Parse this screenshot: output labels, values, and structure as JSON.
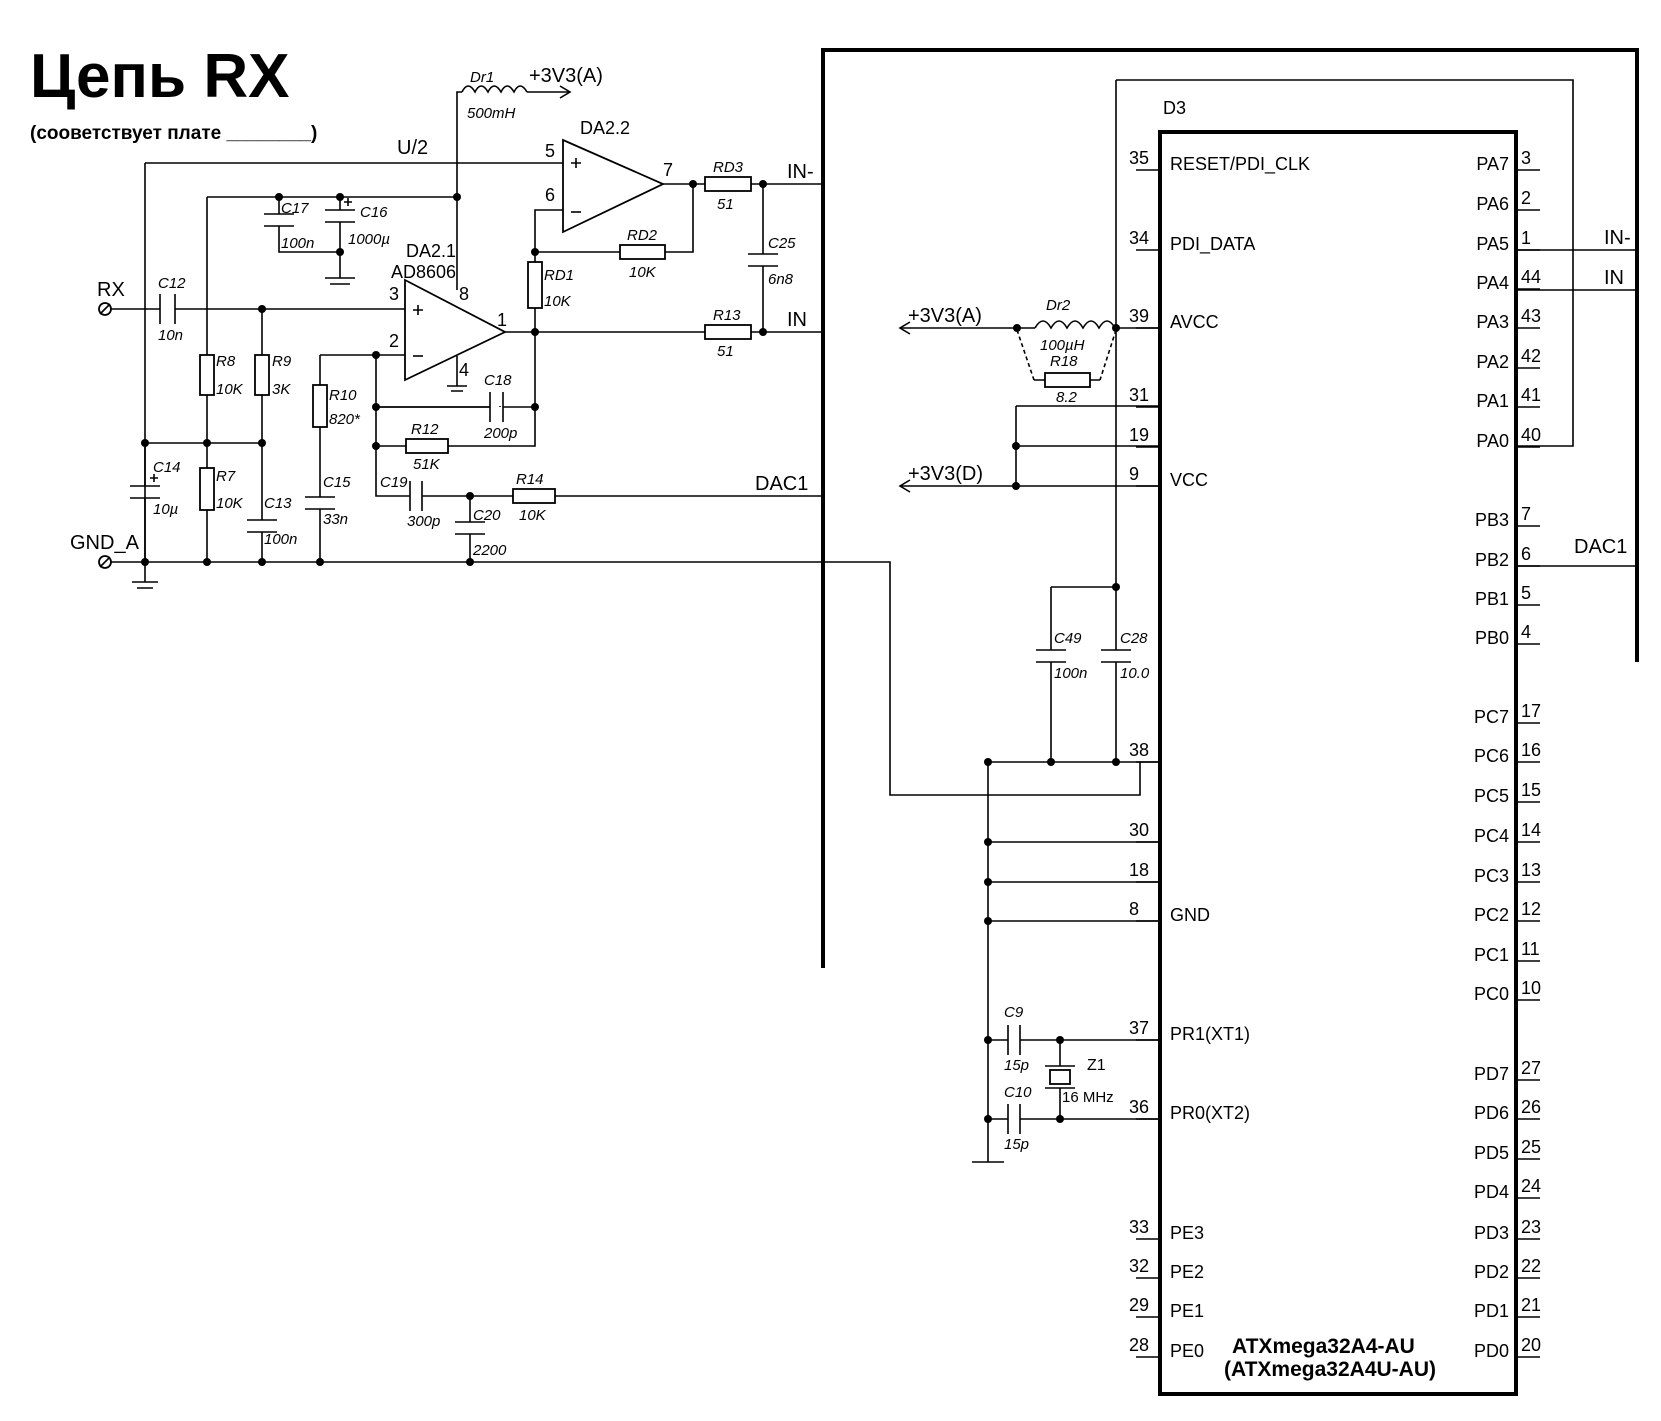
{
  "title": "Цепь RX",
  "subtitle": "(сооветствует плате ________)",
  "net_labels": {
    "u2": "U/2",
    "rx": "RX",
    "gnd_a": "GND_A",
    "in_minus": "IN-",
    "in": "IN",
    "dac1": "DAC1",
    "v3a_dr1": "+3V3(A)",
    "v3a": "+3V3(A)",
    "v3d": "+3V3(D)",
    "pa5_net": "IN-",
    "pa4_net": "IN",
    "pb2_net": "DAC1"
  },
  "components": {
    "dr1": {
      "ref": "Dr1",
      "value": "500mH"
    },
    "dr2": {
      "ref": "Dr2",
      "value": "100µH"
    },
    "da22": {
      "ref": "DA2.2",
      "pin_plus": "5",
      "pin_minus": "6",
      "pin_out": "7"
    },
    "da21": {
      "ref": "DA2.1",
      "part": "AD8606",
      "pin_plus": "3",
      "pin_minus": "2",
      "pin_out": "1",
      "pin_vcc": "8",
      "pin_gnd": "4"
    },
    "rd3": {
      "ref": "RD3",
      "value": "51"
    },
    "rd2": {
      "ref": "RD2",
      "value": "10K"
    },
    "rd1": {
      "ref": "RD1",
      "value": "10K"
    },
    "r13": {
      "ref": "R13",
      "value": "51"
    },
    "c25": {
      "ref": "C25",
      "value": "6n8"
    },
    "c17": {
      "ref": "C17",
      "value": "100n"
    },
    "c16": {
      "ref": "C16",
      "value": "1000µ"
    },
    "c12": {
      "ref": "C12",
      "value": "10n"
    },
    "r8": {
      "ref": "R8",
      "value": "10K"
    },
    "r9": {
      "ref": "R9",
      "value": "3K"
    },
    "r10": {
      "ref": "R10",
      "value": "820*"
    },
    "c18": {
      "ref": "C18",
      "value": "200p"
    },
    "r12": {
      "ref": "R12",
      "value": "51K"
    },
    "c14": {
      "ref": "C14",
      "value": "10µ"
    },
    "r7": {
      "ref": "R7",
      "value": "10K"
    },
    "c13": {
      "ref": "C13",
      "value": "100n"
    },
    "c15": {
      "ref": "C15",
      "value": "33n"
    },
    "c19": {
      "ref": "C19",
      "value": "300p"
    },
    "c20": {
      "ref": "C20",
      "value": "2200"
    },
    "r14": {
      "ref": "R14",
      "value": "10K"
    },
    "r18": {
      "ref": "R18",
      "value": "8.2"
    },
    "c49": {
      "ref": "C49",
      "value": "100n"
    },
    "c28": {
      "ref": "C28",
      "value": "10.0"
    },
    "c9": {
      "ref": "C9",
      "value": "15p"
    },
    "c10": {
      "ref": "C10",
      "value": "15p"
    },
    "z1": {
      "ref": "Z1",
      "value": "16 MHz"
    }
  },
  "chip": {
    "ref": "D3",
    "part": "ATXmega32A4-AU",
    "part_alt": "(ATXmega32A4U-AU)",
    "left_pins": [
      {
        "num": "35",
        "name": "RESET/PDI_CLK"
      },
      {
        "num": "34",
        "name": "PDI_DATA"
      },
      {
        "num": "39",
        "name": "AVCC"
      },
      {
        "num": "31",
        "name": ""
      },
      {
        "num": "19",
        "name": ""
      },
      {
        "num": "9",
        "name": "VCC"
      },
      {
        "num": "38",
        "name": ""
      },
      {
        "num": "30",
        "name": ""
      },
      {
        "num": "18",
        "name": ""
      },
      {
        "num": "8",
        "name": "GND"
      },
      {
        "num": "37",
        "name": "PR1(XT1)"
      },
      {
        "num": "36",
        "name": "PR0(XT2)"
      },
      {
        "num": "33",
        "name": "PE3"
      },
      {
        "num": "32",
        "name": "PE2"
      },
      {
        "num": "29",
        "name": "PE1"
      },
      {
        "num": "28",
        "name": "PE0"
      }
    ],
    "right_pins": [
      {
        "num": "3",
        "name": "PA7"
      },
      {
        "num": "2",
        "name": "PA6"
      },
      {
        "num": "1",
        "name": "PA5"
      },
      {
        "num": "44",
        "name": "PA4"
      },
      {
        "num": "43",
        "name": "PA3"
      },
      {
        "num": "42",
        "name": "PA2"
      },
      {
        "num": "41",
        "name": "PA1"
      },
      {
        "num": "40",
        "name": "PA0"
      },
      {
        "num": "7",
        "name": "PB3"
      },
      {
        "num": "6",
        "name": "PB2"
      },
      {
        "num": "5",
        "name": "PB1"
      },
      {
        "num": "4",
        "name": "PB0"
      },
      {
        "num": "17",
        "name": "PC7"
      },
      {
        "num": "16",
        "name": "PC6"
      },
      {
        "num": "15",
        "name": "PC5"
      },
      {
        "num": "14",
        "name": "PC4"
      },
      {
        "num": "13",
        "name": "PC3"
      },
      {
        "num": "12",
        "name": "PC2"
      },
      {
        "num": "11",
        "name": "PC1"
      },
      {
        "num": "10",
        "name": "PC0"
      },
      {
        "num": "27",
        "name": "PD7"
      },
      {
        "num": "26",
        "name": "PD6"
      },
      {
        "num": "25",
        "name": "PD5"
      },
      {
        "num": "24",
        "name": "PD4"
      },
      {
        "num": "23",
        "name": "PD3"
      },
      {
        "num": "22",
        "name": "PD2"
      },
      {
        "num": "21",
        "name": "PD1"
      },
      {
        "num": "20",
        "name": "PD0"
      }
    ]
  }
}
